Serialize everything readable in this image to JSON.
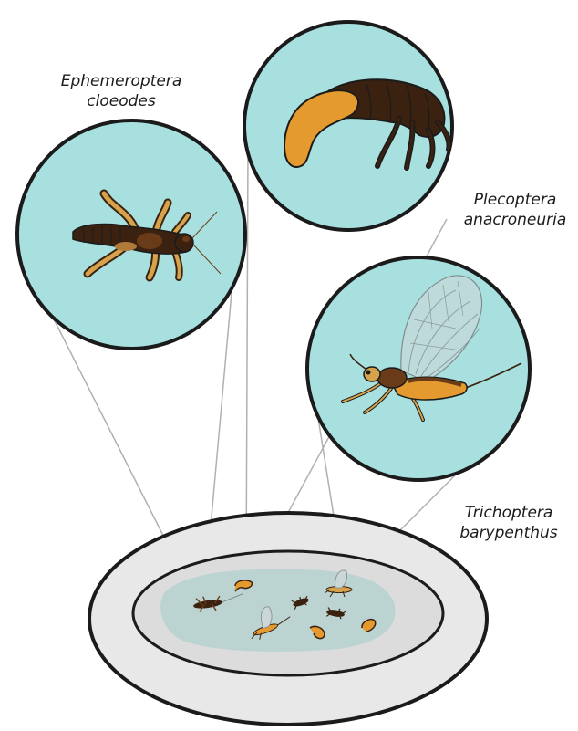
{
  "labels": {
    "ephemeroptera": {
      "line1": "Ephemeroptera",
      "line2": "cloeodes"
    },
    "plecoptera": {
      "line1": "Plecoptera",
      "line2": "anacroneuria"
    },
    "trichoptera": {
      "line1": "Trichoptera",
      "line2": "barypenthus"
    }
  },
  "colors": {
    "circle_fill": "#a8e0e0",
    "outline": "#1b1b1b",
    "insect_dark": "#3b2210",
    "insect_brown": "#6a3b18",
    "insect_orange": "#e49a2e",
    "insect_tan": "#d6a24c",
    "wing": "#c9d7d8",
    "dish": "#e6e6e6",
    "water": "#b7d3d0",
    "connector": "#b0b0b0"
  }
}
